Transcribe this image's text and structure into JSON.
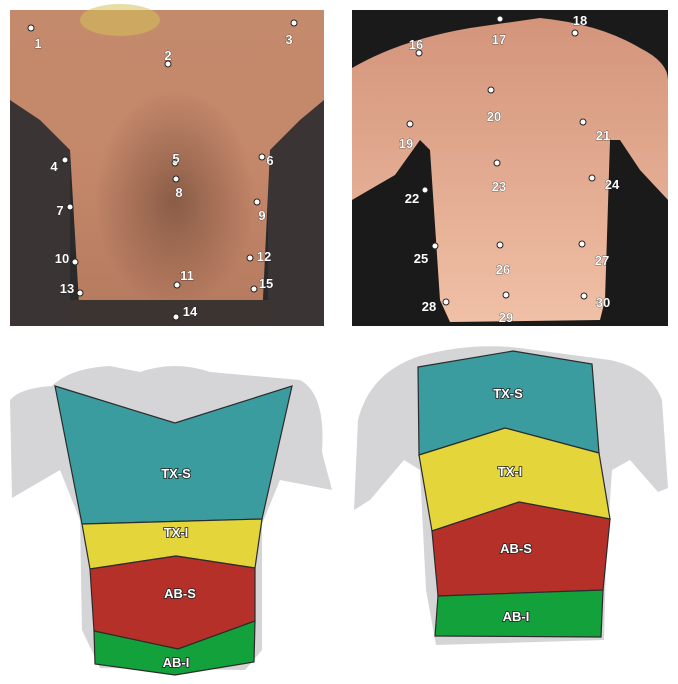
{
  "front_photo": {
    "points": [
      {
        "label": "1"
      },
      {
        "label": "2"
      },
      {
        "label": "3"
      },
      {
        "label": "4"
      },
      {
        "label": "5"
      },
      {
        "label": "6"
      },
      {
        "label": "7"
      },
      {
        "label": "8"
      },
      {
        "label": "9"
      },
      {
        "label": "10"
      },
      {
        "label": "11"
      },
      {
        "label": "12"
      },
      {
        "label": "13"
      },
      {
        "label": "14"
      },
      {
        "label": "15"
      }
    ]
  },
  "back_photo": {
    "points": [
      {
        "label": "16"
      },
      {
        "label": "17"
      },
      {
        "label": "18"
      },
      {
        "label": "19"
      },
      {
        "label": "20"
      },
      {
        "label": "21"
      },
      {
        "label": "22"
      },
      {
        "label": "23"
      },
      {
        "label": "24"
      },
      {
        "label": "25"
      },
      {
        "label": "26"
      },
      {
        "label": "27"
      },
      {
        "label": "28"
      },
      {
        "label": "29"
      },
      {
        "label": "30"
      }
    ]
  },
  "front_diagram": {
    "zones": [
      {
        "label": "TX-S",
        "color": "#3a9c9e"
      },
      {
        "label": "TX-I",
        "color": "#e3d53a"
      },
      {
        "label": "AB-S",
        "color": "#b6302a"
      },
      {
        "label": "AB-I",
        "color": "#12a13b"
      }
    ]
  },
  "back_diagram": {
    "zones": [
      {
        "label": "TX-S",
        "color": "#3a9c9e"
      },
      {
        "label": "TX-I",
        "color": "#e3d53a"
      },
      {
        "label": "AB-S",
        "color": "#b6302a"
      },
      {
        "label": "AB-I",
        "color": "#12a13b"
      }
    ]
  },
  "colors": {
    "silhouette": "#d5d5d7",
    "skin": "#c98f73",
    "dark_bg": "#1c1c1c",
    "outline": "#2b2b2b"
  }
}
